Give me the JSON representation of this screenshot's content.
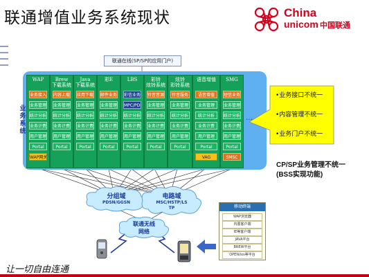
{
  "title": "联通增值业务系统现状",
  "logo": {
    "line1": "China",
    "line2": "unicom",
    "line3": "中国联通"
  },
  "portal_top": "联通在线(SP/SP的应用门户)",
  "side_label": [
    "业",
    "务",
    "系",
    "统"
  ],
  "columns": [
    {
      "head": "WAP",
      "cells": [
        {
          "t": "业务接入",
          "c": "orange"
        },
        {
          "t": "业务管理",
          "c": "green"
        },
        {
          "t": "统计分析",
          "c": "green"
        },
        {
          "t": "业务计费",
          "c": "green"
        },
        {
          "t": "用户管理",
          "c": "green"
        },
        {
          "t": "Portal",
          "c": "green"
        },
        {
          "t": "WAP网关",
          "c": "yellow"
        }
      ]
    },
    {
      "head": "Brew\n下载系统",
      "cells": [
        {
          "t": "内容上载",
          "c": "orange"
        },
        {
          "t": "业务管理",
          "c": "green"
        },
        {
          "t": "统计分析",
          "c": "green"
        },
        {
          "t": "业务计费",
          "c": "green"
        },
        {
          "t": "用户管理",
          "c": "green"
        },
        {
          "t": "Portal",
          "c": "green"
        }
      ]
    },
    {
      "head": "Java\n下载系统",
      "cells": [
        {
          "t": "应用下载",
          "c": "orange"
        },
        {
          "t": "业务管理",
          "c": "green"
        },
        {
          "t": "统计分析",
          "c": "green"
        },
        {
          "t": "业务计费",
          "c": "green"
        },
        {
          "t": "用户管理",
          "c": "green"
        },
        {
          "t": "Portal",
          "c": "green"
        }
      ]
    },
    {
      "head": "彩E",
      "cells": [
        {
          "t": "邮件业务",
          "c": "orange"
        },
        {
          "t": "业务管理",
          "c": "green"
        },
        {
          "t": "统计分析",
          "c": "green"
        },
        {
          "t": "业务计费",
          "c": "green"
        },
        {
          "t": "用户管理",
          "c": "green"
        },
        {
          "t": "Portal",
          "c": "green"
        }
      ]
    },
    {
      "head": "LBS",
      "cells": [
        {
          "t": "彩信业务",
          "c": "navy"
        },
        {
          "t": "MPC/PDE",
          "c": "navy"
        },
        {
          "t": "统计分析",
          "c": "green"
        },
        {
          "t": "业务计费",
          "c": "green"
        },
        {
          "t": "用户管理",
          "c": "green"
        },
        {
          "t": "Portal",
          "c": "green"
        }
      ]
    },
    {
      "head": "彩铃\n炫铃系统",
      "cells": [
        {
          "t": "铃音音源",
          "c": "orange"
        },
        {
          "t": "业务管理",
          "c": "green"
        },
        {
          "t": "统计分析",
          "c": "green"
        },
        {
          "t": "业务计费",
          "c": "green"
        },
        {
          "t": "用户管理",
          "c": "green"
        },
        {
          "t": "Portal",
          "c": "green"
        }
      ]
    },
    {
      "head": "炫铃\n彩铃系统",
      "cells": [
        {
          "t": "铃音服务",
          "c": "orange"
        },
        {
          "t": "业务管理",
          "c": "green"
        },
        {
          "t": "统计分析",
          "c": "green"
        },
        {
          "t": "业务计费",
          "c": "green"
        },
        {
          "t": "用户管理",
          "c": "green"
        },
        {
          "t": "Portal",
          "c": "green"
        }
      ]
    },
    {
      "head": "语音增值",
      "cells": [
        {
          "t": "语音增值",
          "c": "orange"
        },
        {
          "t": "业务管理",
          "c": "green"
        },
        {
          "t": "统计分析",
          "c": "green"
        },
        {
          "t": "业务计费",
          "c": "green"
        },
        {
          "t": "用户管理",
          "c": "green"
        },
        {
          "t": "Portal",
          "c": "green"
        },
        {
          "t": "VAG",
          "c": "yellow"
        }
      ]
    },
    {
      "head": "SMG",
      "cells": [
        {
          "t": "短信业务",
          "c": "orange"
        },
        {
          "t": "业务管理",
          "c": "green"
        },
        {
          "t": "统计分析",
          "c": "green"
        },
        {
          "t": "业务计费",
          "c": "green"
        },
        {
          "t": "用户管理",
          "c": "green"
        },
        {
          "t": "Portal",
          "c": "green"
        },
        {
          "t": "SMSC",
          "c": "orange"
        }
      ]
    }
  ],
  "dots": "…",
  "callout_items": [
    "•业务接口不统一",
    "•内容管理不统一",
    "•业务门户不统一"
  ],
  "summary": {
    "line1": "CP/SP业务管理不统一",
    "line2": "(BSS实现功能)"
  },
  "clouds": {
    "packet": {
      "line1": "分组域",
      "line2": "PDSN/GGSN"
    },
    "circuit": {
      "line1": "电路域",
      "line2": "MSC/HSTP/LS",
      "line3": "TP"
    },
    "wireless": {
      "line1": "联通无线",
      "line2": "网络"
    }
  },
  "terminal_panel": {
    "title": "移动终端",
    "rows": [
      "WAP浏览器",
      "内置客户端",
      "IE等客户端",
      "JAVA平台",
      "BREW平台",
      "OPEN/ios等平台"
    ]
  },
  "slogan": "让一切自由连通",
  "colors": {
    "brand_red": "#d6001c",
    "platform_blue": "#5fb0f0",
    "column_green": "#15a15a",
    "callout_yellow": "#ffff00"
  }
}
